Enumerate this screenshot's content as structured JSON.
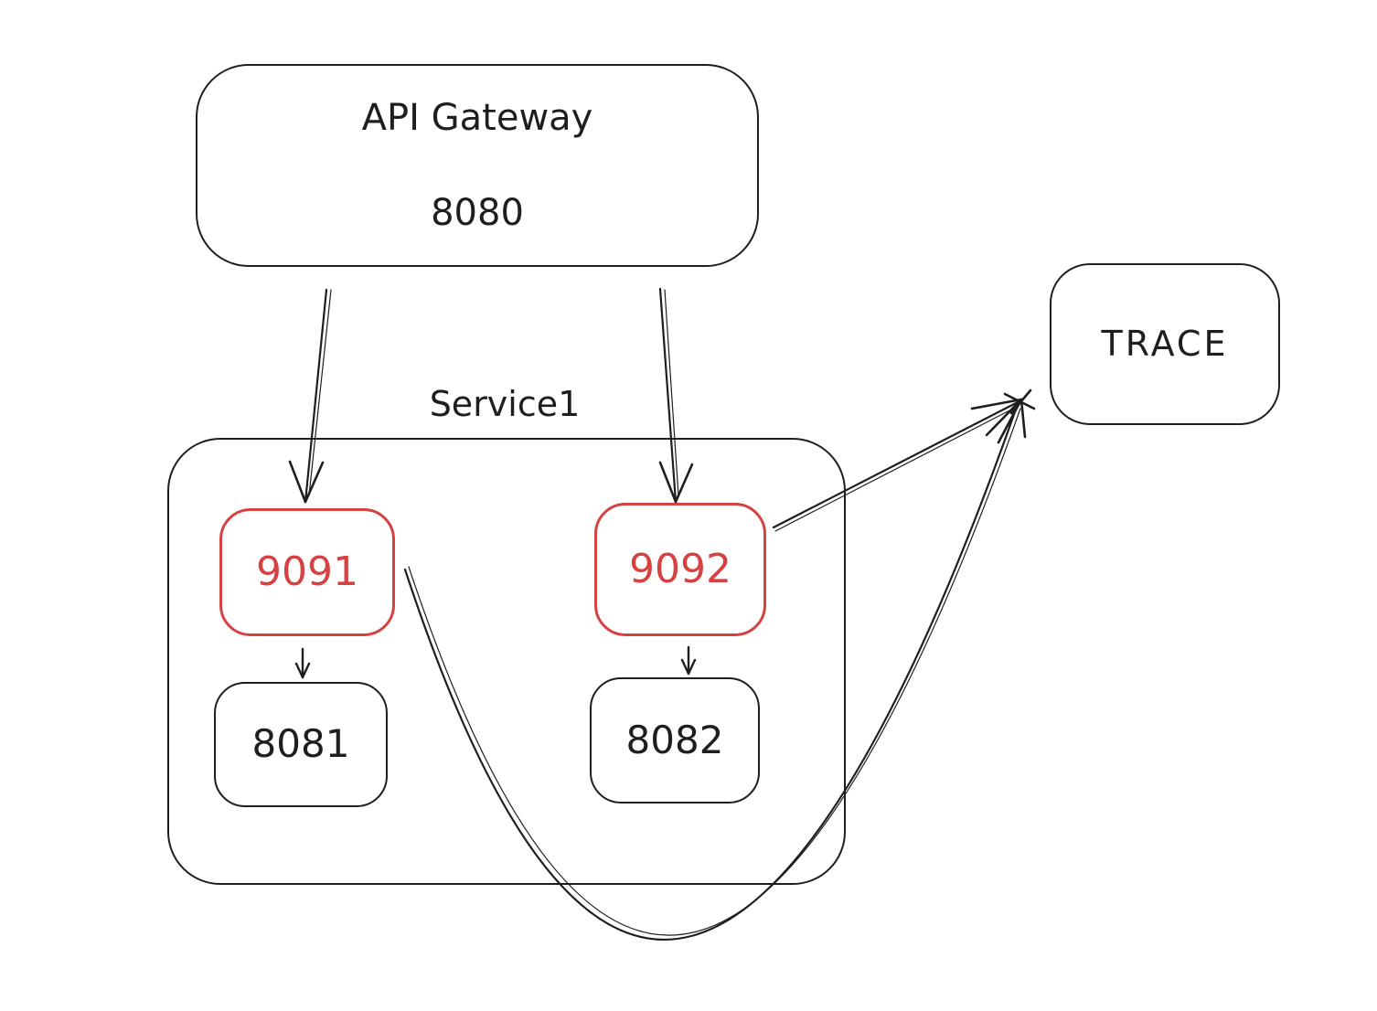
{
  "canvas": {
    "background": "#ffffff",
    "stroke_color": "#1e1e1e",
    "accent_color": "#d64141"
  },
  "nodes": {
    "api_gateway": {
      "label_line1": "API Gateway",
      "label_line2": "8080"
    },
    "service_group": {
      "label": "Service1"
    },
    "port_9091": {
      "label": "9091"
    },
    "port_9092": {
      "label": "9092"
    },
    "port_8081": {
      "label": "8081"
    },
    "port_8082": {
      "label": "8082"
    },
    "trace": {
      "label": "TRACE"
    }
  },
  "edges": [
    {
      "id": "gateway-to-9091",
      "from": "API Gateway 8080",
      "to": "9091",
      "type": "straight-arrow"
    },
    {
      "id": "gateway-to-9092",
      "from": "API Gateway 8080",
      "to": "9092",
      "type": "straight-arrow"
    },
    {
      "id": "9091-to-8081",
      "from": "9091",
      "to": "8081",
      "type": "straight-arrow"
    },
    {
      "id": "9092-to-8082",
      "from": "9092",
      "to": "8082",
      "type": "straight-arrow"
    },
    {
      "id": "9092-to-trace",
      "from": "9092",
      "to": "TRACE",
      "type": "straight-arrow"
    },
    {
      "id": "9091-to-trace",
      "from": "9091",
      "to": "TRACE",
      "type": "curved-arrow"
    }
  ]
}
